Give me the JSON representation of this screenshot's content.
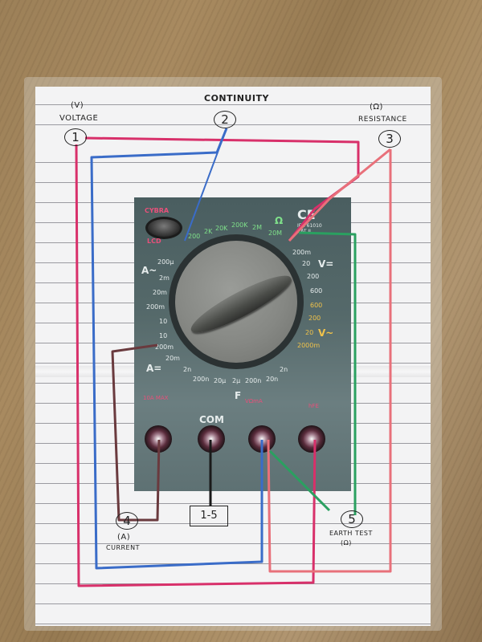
{
  "diagram": {
    "title": "CONTINUITY",
    "terminals": [
      {
        "num": "1",
        "unit": "(V)",
        "label": "VOLTAGE"
      },
      {
        "num": "2",
        "unit": "",
        "label": "CONTINUITY"
      },
      {
        "num": "3",
        "unit": "(Ω)",
        "label": "RESISTANCE"
      },
      {
        "num": "4",
        "unit": "(A)",
        "label": "CURRENT"
      },
      {
        "num": "5",
        "unit": "(Ω)",
        "label": "EARTH TEST"
      }
    ],
    "common_box": "1-5",
    "wire_colors": {
      "voltage": "#d8306a",
      "continuity": "#3a6cc8",
      "resistance": "#e8707a",
      "current": "#6a3a3e",
      "earth": "#2aa060",
      "com": "#1a1a1a"
    }
  },
  "meter": {
    "brand_top": "CYBRA",
    "brand_bottom": "LCD",
    "ce_mark": "CE",
    "cert_line1": "IEC 61010",
    "cert_line2": "CAT II",
    "ohm_range": [
      "200",
      "2K",
      "20K",
      "200K",
      "2M",
      "20M",
      "Ω"
    ],
    "dc_amps_label": "A~",
    "ac_amp_range": [
      "200μ",
      "2m",
      "20m",
      "200m",
      "10"
    ],
    "dc_amps2_label": "A=",
    "dc_amp_range": [
      "10",
      "200m",
      "20m"
    ],
    "cap_range": [
      "2n",
      "200n",
      "20μ",
      "2μ",
      "200n",
      "20n",
      "2n"
    ],
    "cap_label": "F",
    "dcv_label": "V=",
    "dcv_range": [
      "200m",
      "20",
      "200",
      "600"
    ],
    "acv_label": "V~",
    "acv_range": [
      "600",
      "200",
      "20",
      "2000m"
    ],
    "jacks": [
      {
        "label": "10A MAX",
        "color": "#e8507a"
      },
      {
        "label": "COM",
        "color": "#e6ecec"
      },
      {
        "label": "VΩmA",
        "color": "#e8507a"
      },
      {
        "label": "hFE",
        "color": "#e8507a"
      }
    ]
  }
}
